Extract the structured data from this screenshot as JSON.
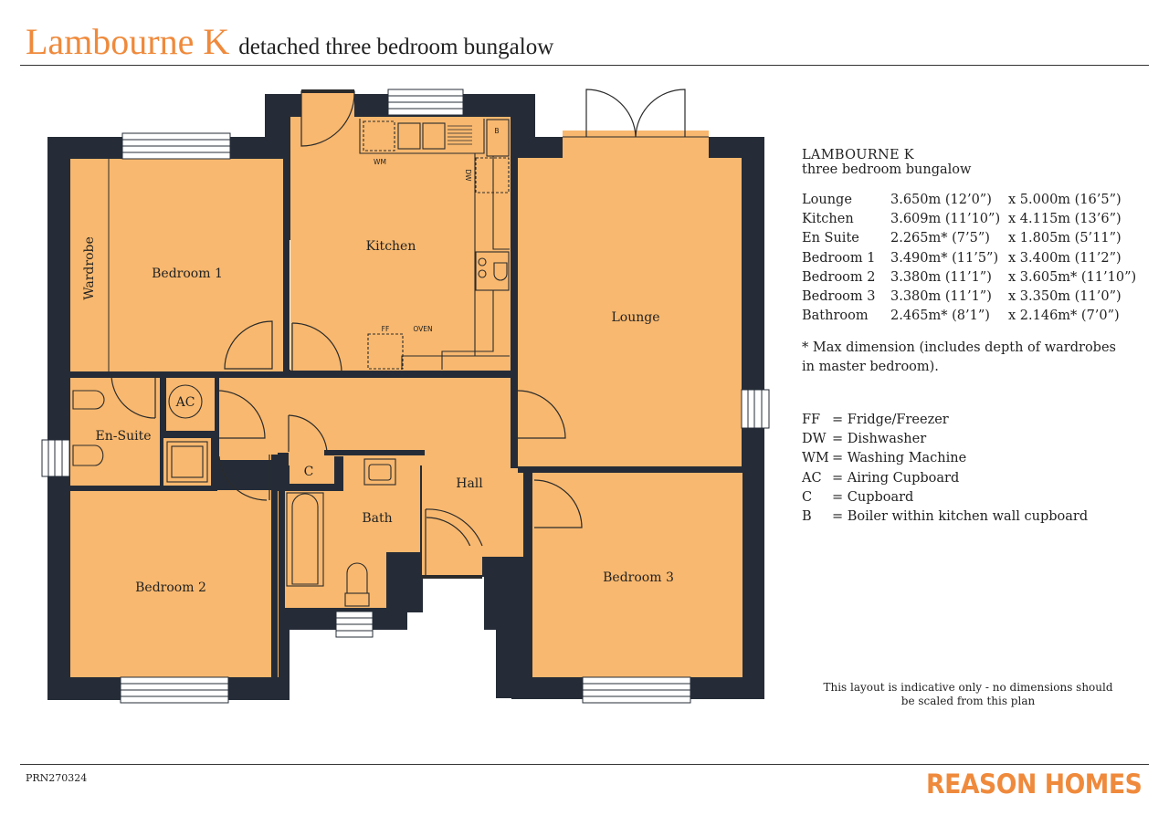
{
  "header": {
    "title": "Lambourne K",
    "subtitle": "detached three bedroom bungalow"
  },
  "plan": {
    "rooms": {
      "bedroom1": "Bedroom 1",
      "wardrobe": "Wardrobe",
      "kitchen": "Kitchen",
      "lounge": "Lounge",
      "ensuite": "En-Suite",
      "ac": "AC",
      "hall": "Hall",
      "cupboard": "C",
      "bath": "Bath",
      "bedroom2": "Bedroom 2",
      "bedroom3": "Bedroom 3"
    },
    "fixtures": {
      "wm": "WM",
      "dw": "DW",
      "b": "B",
      "ff": "FF",
      "oven": "OVEN"
    },
    "colors": {
      "wall": "#252c37",
      "floor": "#f8b86f",
      "fixture_line": "#2b2b2b"
    }
  },
  "info": {
    "heading": "LAMBOURNE K",
    "subheading": "three bedroom bungalow",
    "dimensions": [
      {
        "room": "Lounge",
        "a": "3.650m (12’0”)",
        "b": "x  5.000m (16’5”)"
      },
      {
        "room": "Kitchen",
        "a": "3.609m (11’10”)",
        "b": "x  4.115m (13’6”)"
      },
      {
        "room": "En Suite",
        "a": "2.265m* (7’5”)",
        "b": "x  1.805m (5’11”)"
      },
      {
        "room": "Bedroom 1",
        "a": "3.490m* (11’5”)",
        "b": "x  3.400m (11’2”)"
      },
      {
        "room": "Bedroom 2",
        "a": "3.380m (11’1”)",
        "b": "x  3.605m* (11’10”)"
      },
      {
        "room": "Bedroom 3",
        "a": "3.380m (11’1”)",
        "b": "x  3.350m (11’0”)"
      },
      {
        "room": "Bathroom",
        "a": "2.465m* (8’1”)",
        "b": "x  2.146m* (7’0”)"
      }
    ],
    "note_line1": "* Max dimension (includes depth of wardrobes",
    "note_line2": "in master bedroom).",
    "legend": [
      {
        "key": "FF",
        "value": "= Fridge/Freezer"
      },
      {
        "key": "DW",
        "value": "= Dishwasher"
      },
      {
        "key": "WM",
        "value": "= Washing Machine"
      },
      {
        "key": "AC",
        "value": "= Airing Cupboard"
      },
      {
        "key": "C",
        "value": "= Cupboard"
      },
      {
        "key": "B",
        "value": "= Boiler within kitchen wall cupboard"
      }
    ]
  },
  "disclaimer": {
    "line1": "This layout is indicative only - no dimensions should",
    "line2": "be scaled from this plan"
  },
  "footer": {
    "ref": "PRN270324",
    "brand": "REASON HOMES"
  }
}
